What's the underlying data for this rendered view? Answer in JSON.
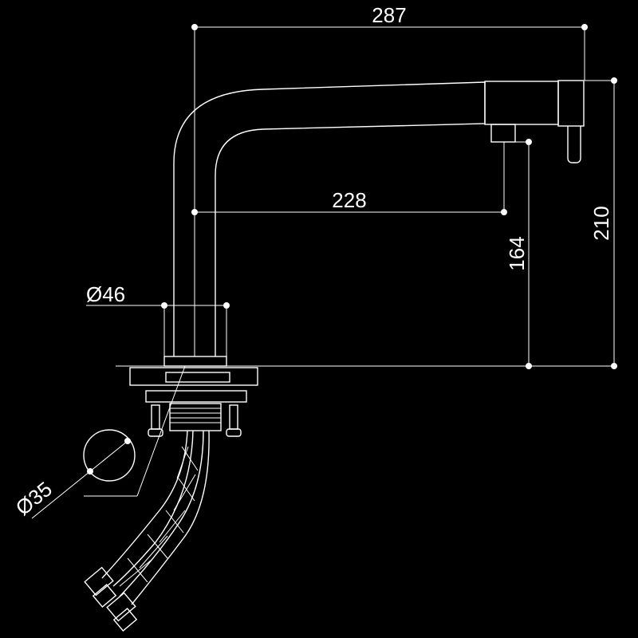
{
  "drawing": {
    "background": "#000000",
    "line_color": "#ffffff",
    "subject": "faucet-technical-drawing"
  },
  "dimensions": {
    "total_width": "287",
    "spout_reach": "228",
    "total_height": "210",
    "spout_height": "164",
    "body_diameter": "Ø46",
    "hole_diameter": "Ø35"
  }
}
